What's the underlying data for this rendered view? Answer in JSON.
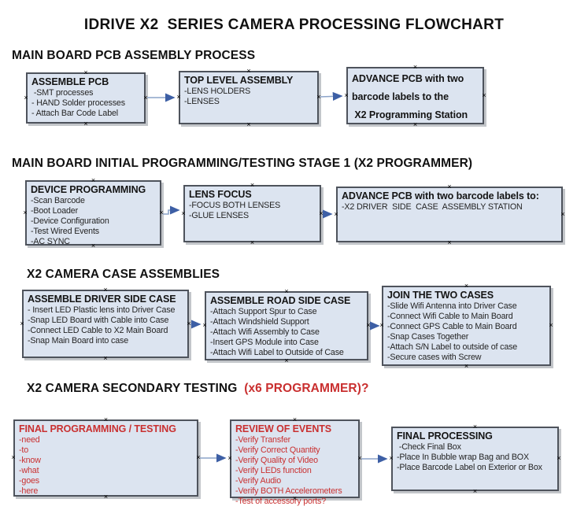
{
  "title": "IDRIVE X2  SERIES CAMERA PROCESSING FLOWCHART",
  "colors": {
    "box_fill": "#dce4f0",
    "box_border": "#4e535c",
    "arrow_line": "#8ca4c9",
    "arrow_head": "#3d5fa5",
    "red_text": "#c93030",
    "black_text": "#141414"
  },
  "icons": {
    "connection_anchor": "×",
    "connector_arrow": "→"
  },
  "sections": [
    {
      "heading": "MAIN BOARD PCB ASSEMBLY PROCESS",
      "boxes": [
        {
          "title": "ASSEMBLE PCB",
          "items": [
            " -SMT processes",
            "- HAND Solder processes",
            "- Attach Bar Code Label"
          ]
        },
        {
          "title": "TOP LEVEL ASSEMBLY",
          "items": [
            "-LENS HOLDERS",
            "-LENSES"
          ]
        },
        {
          "title": "",
          "items": [
            "ADVANCE PCB with two",
            "barcode labels to the",
            " X2 Programming Station"
          ]
        }
      ]
    },
    {
      "heading": "MAIN BOARD INITIAL PROGRAMMING/TESTING STAGE 1 (X2 PROGRAMMER)",
      "boxes": [
        {
          "title": "DEVICE PROGRAMMING",
          "items": [
            "-Scan Barcode",
            "-Boot Loader",
            "-Device Configuration",
            "-Test Wired Events",
            "-AC SYNC"
          ]
        },
        {
          "title": "LENS FOCUS",
          "items": [
            "-FOCUS BOTH LENSES",
            "-GLUE LENSES"
          ]
        },
        {
          "title": "ADVANCE PCB with two barcode labels to:",
          "items": [
            "-X2 DRIVER  SIDE  CASE  ASSEMBLY STATION"
          ]
        }
      ]
    },
    {
      "heading": "X2 CAMERA CASE ASSEMBLIES",
      "boxes": [
        {
          "title": "ASSEMBLE DRIVER SIDE CASE",
          "items": [
            "- Insert LED Plastic lens into Driver Case",
            "-Snap LED Board with Cable into Case",
            "-Connect LED Cable to X2 Main Board",
            "-Snap Main Board into case"
          ]
        },
        {
          "title": "ASSEMBLE ROAD SIDE CASE",
          "items": [
            "-Attach Support Spur to Case",
            "-Attach Windshield Support",
            "-Attach Wifi Assembly to Case",
            "-Insert GPS Module into Case",
            "-Attach Wifi Label to Outside of Case"
          ]
        },
        {
          "title": "JOIN THE TWO CASES",
          "items": [
            "-Slide Wifi Antenna into Driver Case",
            "-Connect Wifi Cable to Main Board",
            "-Connect GPS Cable to Main Board",
            "-Snap Cases Together",
            "-Attach S/N Label to outside of case",
            "-Secure cases with Screw"
          ]
        }
      ]
    },
    {
      "heading": "X2 CAMERA SECONDARY TESTING  ",
      "heading_red": "(x6 PROGRAMMER)?",
      "boxes": [
        {
          "title": "FINAL PROGRAMMING / TESTING",
          "items": [
            "-need",
            "-to",
            "-know",
            "-what",
            "-goes",
            "-here"
          ]
        },
        {
          "title": "REVIEW OF EVENTS",
          "items": [
            "-Verify Transfer",
            "-Verify Correct Quantity",
            "-Verify Quality of Video",
            "-Verify LEDs function",
            "-Verify Audio",
            "-Verify BOTH Accelerometers",
            "-Test of accessory ports?"
          ]
        },
        {
          "title": "FINAL PROCESSING",
          "items": [
            " -Check Final Box",
            "-Place In Bubble wrap Bag and BOX",
            "-Place Barcode Label on Exterior or Box"
          ]
        }
      ]
    }
  ]
}
